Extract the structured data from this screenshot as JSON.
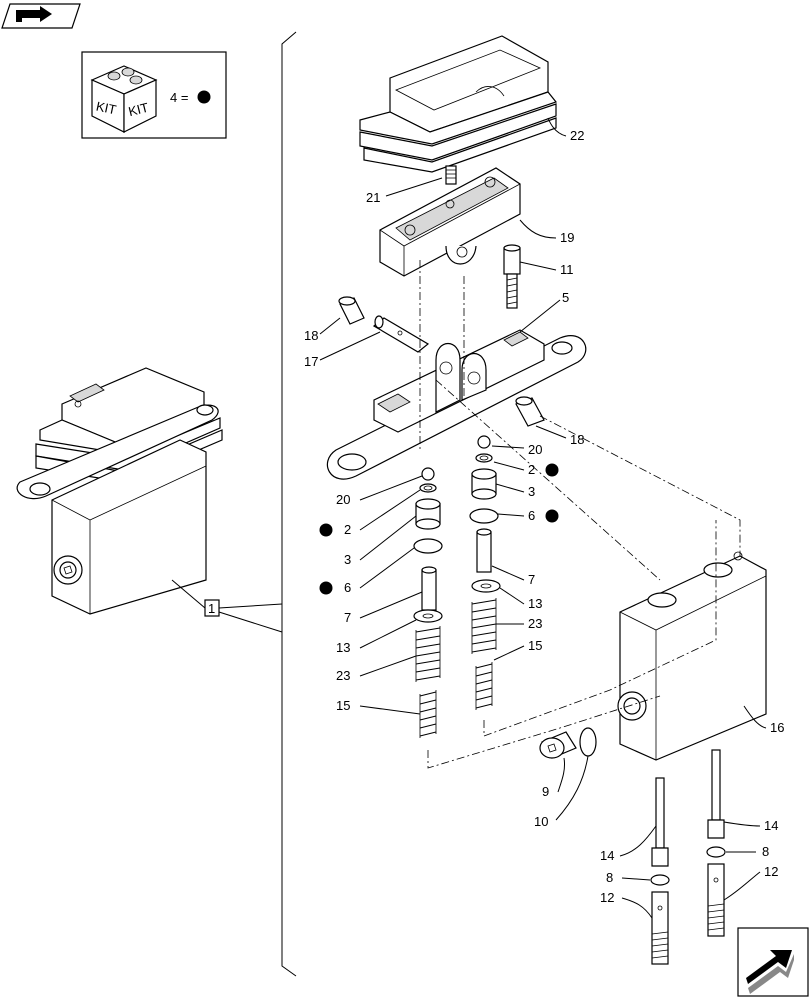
{
  "kit_box": {
    "kit_word_left": "KIT",
    "kit_word_right": "KIT",
    "equation": "4 ="
  },
  "assembly_ref": "1",
  "callouts": [
    {
      "id": "c22",
      "text": "22"
    },
    {
      "id": "c21",
      "text": "21"
    },
    {
      "id": "c19",
      "text": "19"
    },
    {
      "id": "c11",
      "text": "11"
    },
    {
      "id": "c5",
      "text": "5"
    },
    {
      "id": "c18a",
      "text": "18"
    },
    {
      "id": "c17",
      "text": "17"
    },
    {
      "id": "c18b",
      "text": "18"
    },
    {
      "id": "c20a",
      "text": "20"
    },
    {
      "id": "c2a",
      "text": "2"
    },
    {
      "id": "c3a",
      "text": "3"
    },
    {
      "id": "c6a",
      "text": "6"
    },
    {
      "id": "c7a",
      "text": "7"
    },
    {
      "id": "c13a",
      "text": "13"
    },
    {
      "id": "c23a",
      "text": "23"
    },
    {
      "id": "c15a",
      "text": "15"
    },
    {
      "id": "c20b",
      "text": "20"
    },
    {
      "id": "c2b",
      "text": "2"
    },
    {
      "id": "c3b",
      "text": "3"
    },
    {
      "id": "c6b",
      "text": "6"
    },
    {
      "id": "c7b",
      "text": "7"
    },
    {
      "id": "c13b",
      "text": "13"
    },
    {
      "id": "c23b",
      "text": "23"
    },
    {
      "id": "c15b",
      "text": "15"
    },
    {
      "id": "c16",
      "text": "16"
    },
    {
      "id": "c9",
      "text": "9"
    },
    {
      "id": "c10",
      "text": "10"
    },
    {
      "id": "c14a",
      "text": "14"
    },
    {
      "id": "c8a",
      "text": "8"
    },
    {
      "id": "c12a",
      "text": "12"
    },
    {
      "id": "c14b",
      "text": "14"
    },
    {
      "id": "c8b",
      "text": "8"
    },
    {
      "id": "c12b",
      "text": "12"
    }
  ],
  "kit_marked_parts": [
    "2",
    "6"
  ],
  "icons": {
    "top_left": "book-arrow-icon",
    "bottom_right": "next-page-arrow-icon"
  }
}
